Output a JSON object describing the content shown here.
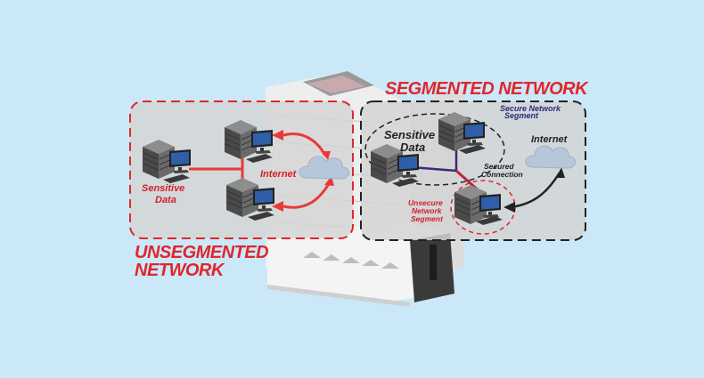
{
  "colors": {
    "background": "#cbe8f8",
    "accent_red": "#e0262b",
    "secure_navy": "#2b2a7a",
    "panel_gray": "#d4d4d4"
  },
  "left_panel": {
    "title_line1": "UNSEGMENTED",
    "title_line2": "NETWORK",
    "sensitive_label_line1": "Sensitive",
    "sensitive_label_line2": "Data",
    "internet_label": "Internet"
  },
  "right_panel": {
    "title": "SEGMENTED NETWORK",
    "sensitive_label_line1": "Sensitive",
    "sensitive_label_line2": "Data",
    "secure_segment_line1": "Secure Network",
    "secure_segment_line2": "Segment",
    "secured_connection_line1": "Secured",
    "secured_connection_line2": "Connection",
    "unsecure_segment_line1": "Unsecure",
    "unsecure_segment_line2": "Network",
    "unsecure_segment_line3": "Segment",
    "internet_label": "Internet"
  },
  "icons": [
    "server-icon",
    "monitor-icon",
    "keyboard-icon",
    "cloud-icon",
    "building-illustration"
  ]
}
